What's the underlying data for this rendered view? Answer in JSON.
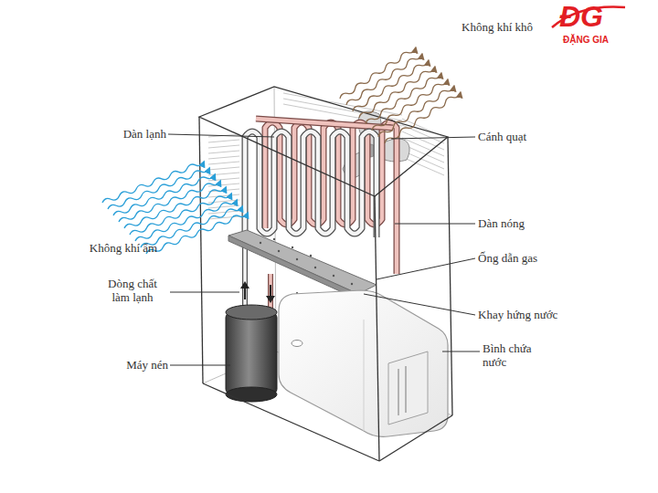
{
  "diagram": {
    "labels": [
      "Không khí khô",
      "Dàn lạnh",
      "Cánh quạt",
      "Dàn nóng",
      "Không khí ẩm",
      "Ống dẫn gas",
      "Dòng chất làm lạnh",
      "Khay hứng nước",
      "Máy nén",
      "Bình chứa nước",
      "ĐG",
      "ĐẶNG GIA"
    ]
  }
}
